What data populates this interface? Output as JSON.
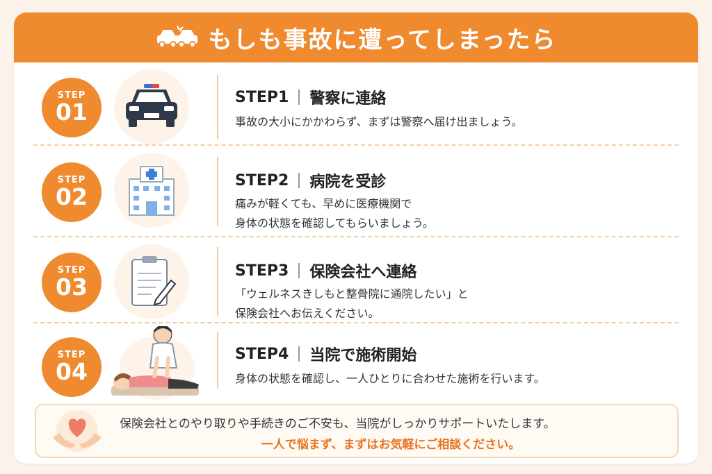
{
  "header": {
    "title": "もしも事故に遭ってしまったら",
    "icon": "car-accident-icon"
  },
  "steps": [
    {
      "badge_label": "STEP",
      "badge_num": "01",
      "step": "STEP1",
      "title": "警察に連絡",
      "desc": [
        "事故の大小にかかわらず、まずは警察へ届け出ましょう。"
      ],
      "icon": "police-car-icon"
    },
    {
      "badge_label": "STEP",
      "badge_num": "02",
      "step": "STEP2",
      "title": "病院を受診",
      "desc": [
        "痛みが軽くても、早めに医療機関で",
        "身体の状態を確認してもらいましょう。"
      ],
      "icon": "hospital-icon"
    },
    {
      "badge_label": "STEP",
      "badge_num": "03",
      "step": "STEP3",
      "title": "保険会社へ連絡",
      "desc": [
        "「ウェルネスきしもと整骨院に通院したい」と",
        "保険会社へお伝えください。"
      ],
      "icon": "clipboard-pen-icon"
    },
    {
      "badge_label": "STEP",
      "badge_num": "04",
      "step": "STEP4",
      "title": "当院で施術開始",
      "desc": [
        "身体の状態を確認し、一人ひとりに合わせた施術を行います。"
      ],
      "icon": "treatment-icon"
    }
  ],
  "note": {
    "line1": "保険会社とのやり取りや手続きのご不安も、当院がしっかりサポートいたします。",
    "line2": "一人で悩まず、まずはお気軽にご相談ください。",
    "icon": "heart-hands-icon"
  },
  "colors": {
    "accent": "#ef8a2e",
    "accent_text": "#e8731d",
    "background": "#fbf3ea"
  }
}
